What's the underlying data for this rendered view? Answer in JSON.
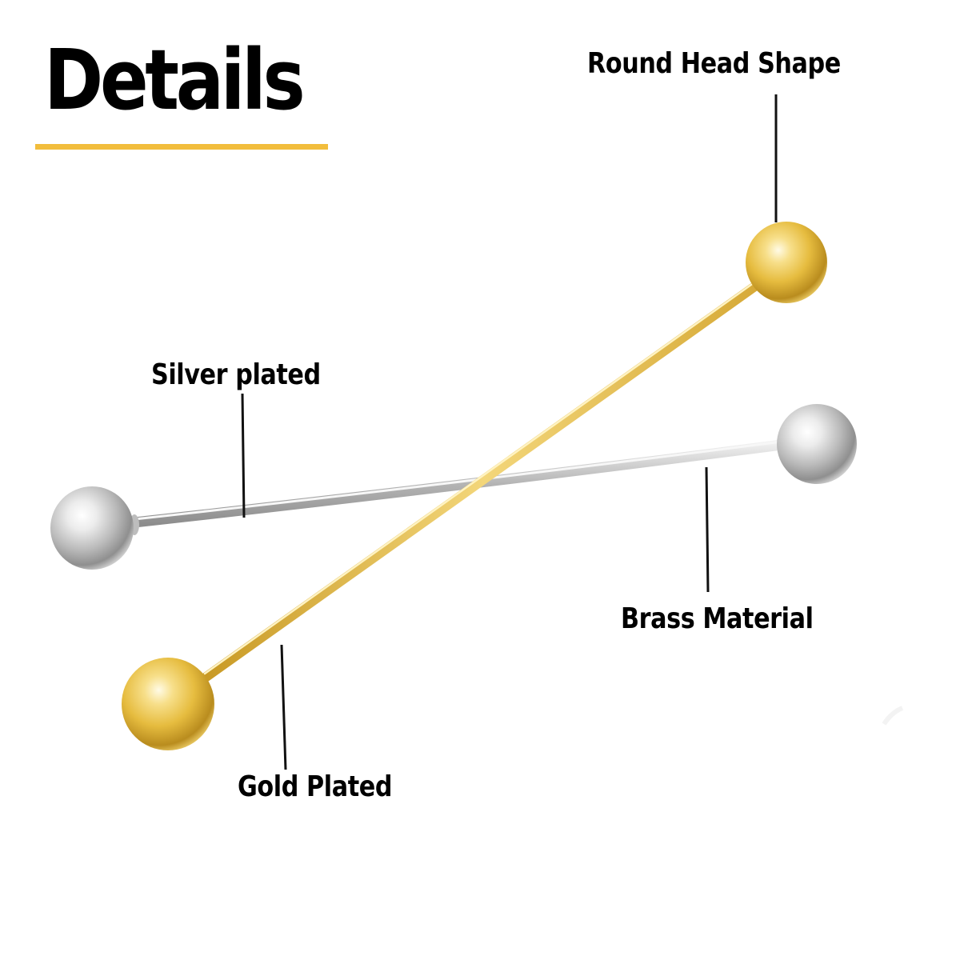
{
  "title": "Details",
  "colors": {
    "underline": "#f2bd3c",
    "gold": "#e8c04a",
    "silver": "#c9c9c9",
    "text": "#000000"
  },
  "callouts": {
    "round_head": "Round Head Shape",
    "silver": "Silver plated",
    "brass": "Brass Material",
    "gold": "Gold Plated"
  }
}
